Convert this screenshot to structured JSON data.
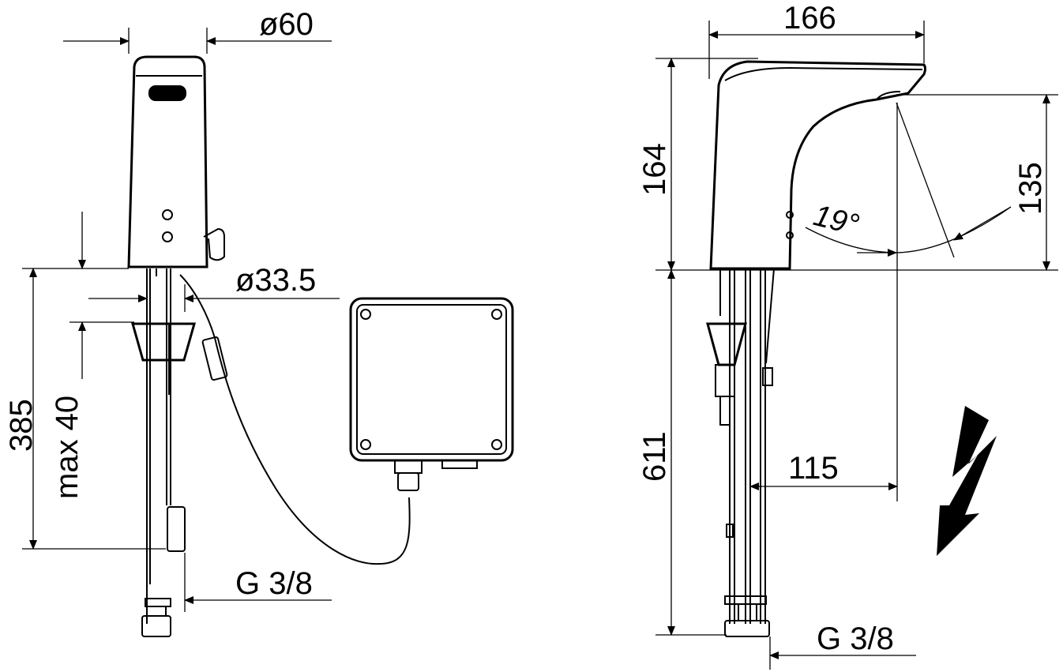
{
  "dimensions": {
    "front_top_diameter": "ø60",
    "front_shank_diameter": "ø33.5",
    "front_total_height": "385",
    "front_max_thickness": "max 40",
    "front_thread": "G 3/8",
    "side_spout_reach": "166",
    "side_body_height": "164",
    "side_outlet_height": "135",
    "side_sensor_angle": "19°",
    "side_hose_length": "611",
    "side_outlet_offset": "115",
    "side_thread": "G 3/8"
  },
  "icons": {
    "electric": "lightning-bolt-icon"
  },
  "colors": {
    "line": "#000000",
    "background": "#ffffff"
  }
}
